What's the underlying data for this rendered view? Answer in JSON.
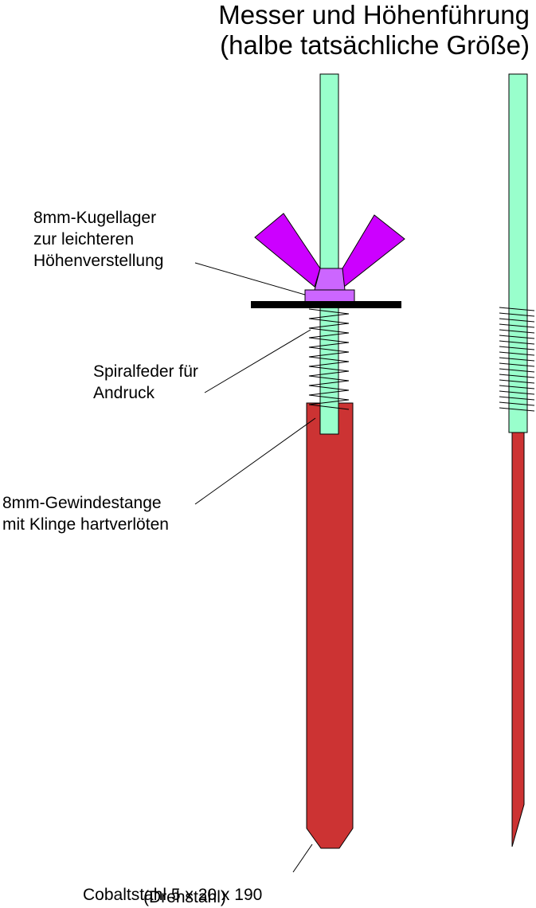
{
  "title": {
    "line1": "Messer und Höhenführung",
    "line2": "(halbe tatsächliche Größe)"
  },
  "labels": {
    "bearing": [
      "8mm-Kugellager",
      "zur leichteren",
      "Höhenverstellung"
    ],
    "spring": [
      "Spiralfeder für",
      "Andruck"
    ],
    "rod": [
      "8mm-Gewindestange",
      "mit Klinge hartverlöten"
    ],
    "blade_a": "Cobaltstahl 5 x 20 x 190",
    "blade_b": "(Drehstahl)"
  },
  "colors": {
    "rod": "#99ffcc",
    "blade": "#cc3333",
    "wingnut": "#cc00ff",
    "washer": "#cc66ff",
    "plate": "#000000"
  }
}
